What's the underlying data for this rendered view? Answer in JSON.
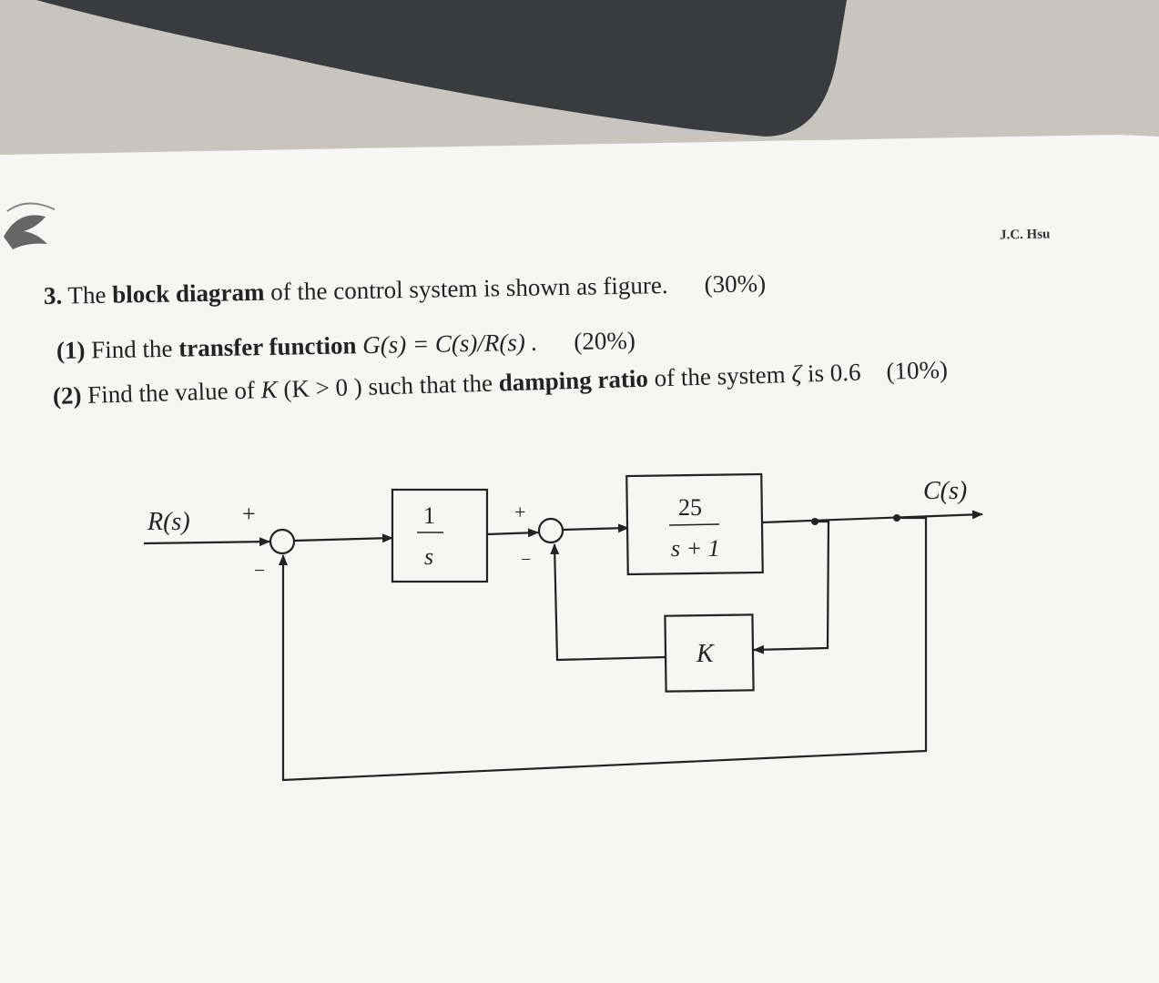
{
  "header": {
    "author": "J.C. Hsu"
  },
  "question": {
    "number": "3.",
    "intro_pre": " The ",
    "intro_bold": "block diagram",
    "intro_post": " of the control system is shown as figure.",
    "points": "(30%)",
    "part1": {
      "number": "(1)",
      "pre": " Find the ",
      "bold": "transfer function",
      "formula": "G(s) = C(s)/R(s) .",
      "points": "(20%)"
    },
    "part2": {
      "number": "(2)",
      "pre": " Find the value of ",
      "var": "K",
      "cond": " (K > 0 ) ",
      "mid": "such that the ",
      "bold": "damping ratio",
      "post": " of the system ",
      "zeta": "ζ",
      "tail": " is 0.6",
      "points": "(10%)"
    }
  },
  "diagram": {
    "input_label": "R(s)",
    "output_label": "C(s)",
    "sum1_plus": "+",
    "sum1_minus": "−",
    "sum2_plus": "+",
    "sum2_minus": "−",
    "block_integrator": {
      "num": "1",
      "den": "s"
    },
    "block_plant": {
      "num": "25",
      "den": "s + 1"
    },
    "block_feedback": "K"
  }
}
